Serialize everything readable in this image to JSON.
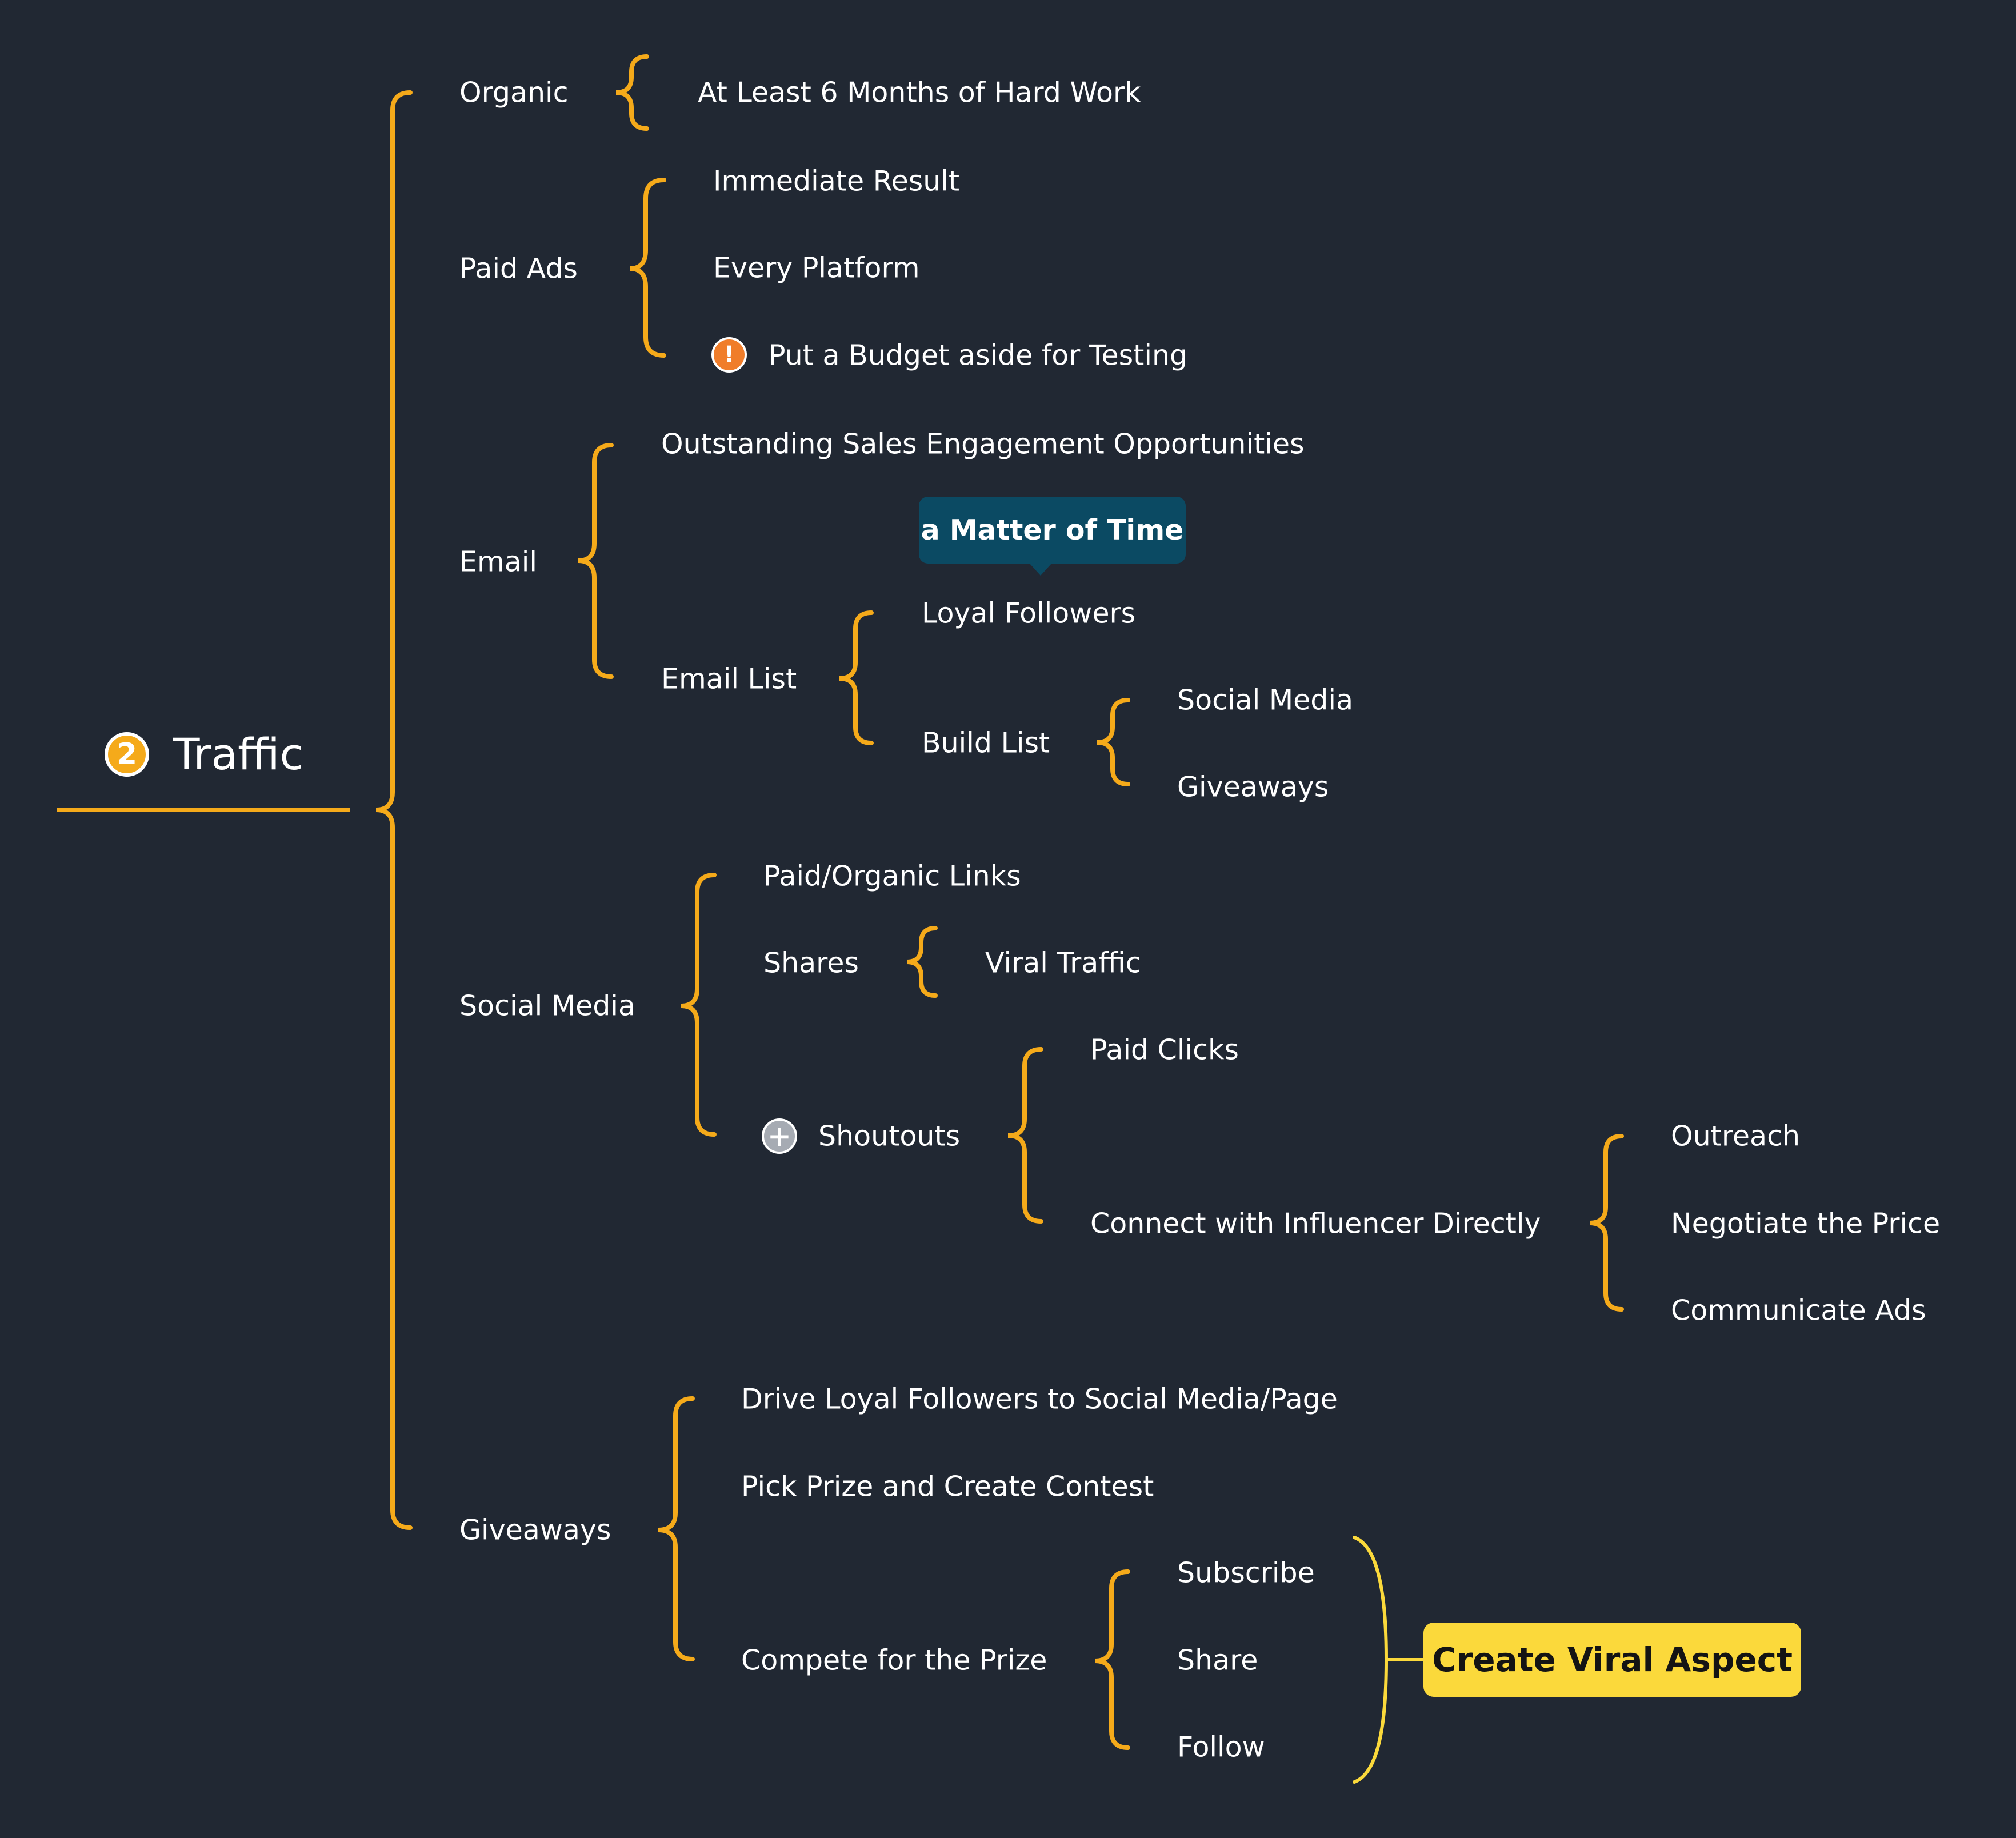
{
  "root": {
    "number": "2",
    "label": "Traffic"
  },
  "branches": {
    "organic": {
      "label": "Organic",
      "child": "At Least 6 Months of Hard Work"
    },
    "paid_ads": {
      "label": "Paid Ads",
      "children": [
        "Immediate Result",
        "Every Platform",
        "Put a Budget aside for Testing"
      ]
    },
    "email": {
      "label": "Email",
      "opportunities": "Outstanding Sales Engagement Opportunities",
      "email_list": {
        "label": "Email List",
        "loyal_followers": "Loyal Followers",
        "callout": "a Matter of Time",
        "build_list": {
          "label": "Build List",
          "children": [
            "Social Media",
            "Giveaways"
          ]
        }
      }
    },
    "social_media": {
      "label": "Social Media",
      "links": "Paid/Organic Links",
      "shares": {
        "label": "Shares",
        "child": "Viral Traffic"
      },
      "shoutouts": {
        "label": "Shoutouts",
        "paid_clicks": "Paid Clicks",
        "connect": {
          "label": "Connect with Influencer Directly",
          "children": [
            "Outreach",
            "Negotiate the Price",
            "Communicate Ads"
          ]
        }
      }
    },
    "giveaways": {
      "label": "Giveaways",
      "drive": "Drive Loyal Followers to Social Media/Page",
      "pick": "Pick Prize and Create Contest",
      "compete": {
        "label": "Compete for the Prize",
        "children": [
          "Subscribe",
          "Share",
          "Follow"
        ]
      },
      "summary": "Create Viral Aspect"
    }
  },
  "colors": {
    "background": "#212833",
    "brace": "#f5aa1a",
    "summary_brace": "#fbd93b",
    "text": "#ffffff",
    "callout_fill": "#0b4a63",
    "summary_fill": "#fbd93b",
    "warning_marker": "#f07d2a",
    "expand_marker": "#a6abb3"
  },
  "icons": {
    "warning": "exclamation-icon",
    "expand": "plus-icon"
  }
}
